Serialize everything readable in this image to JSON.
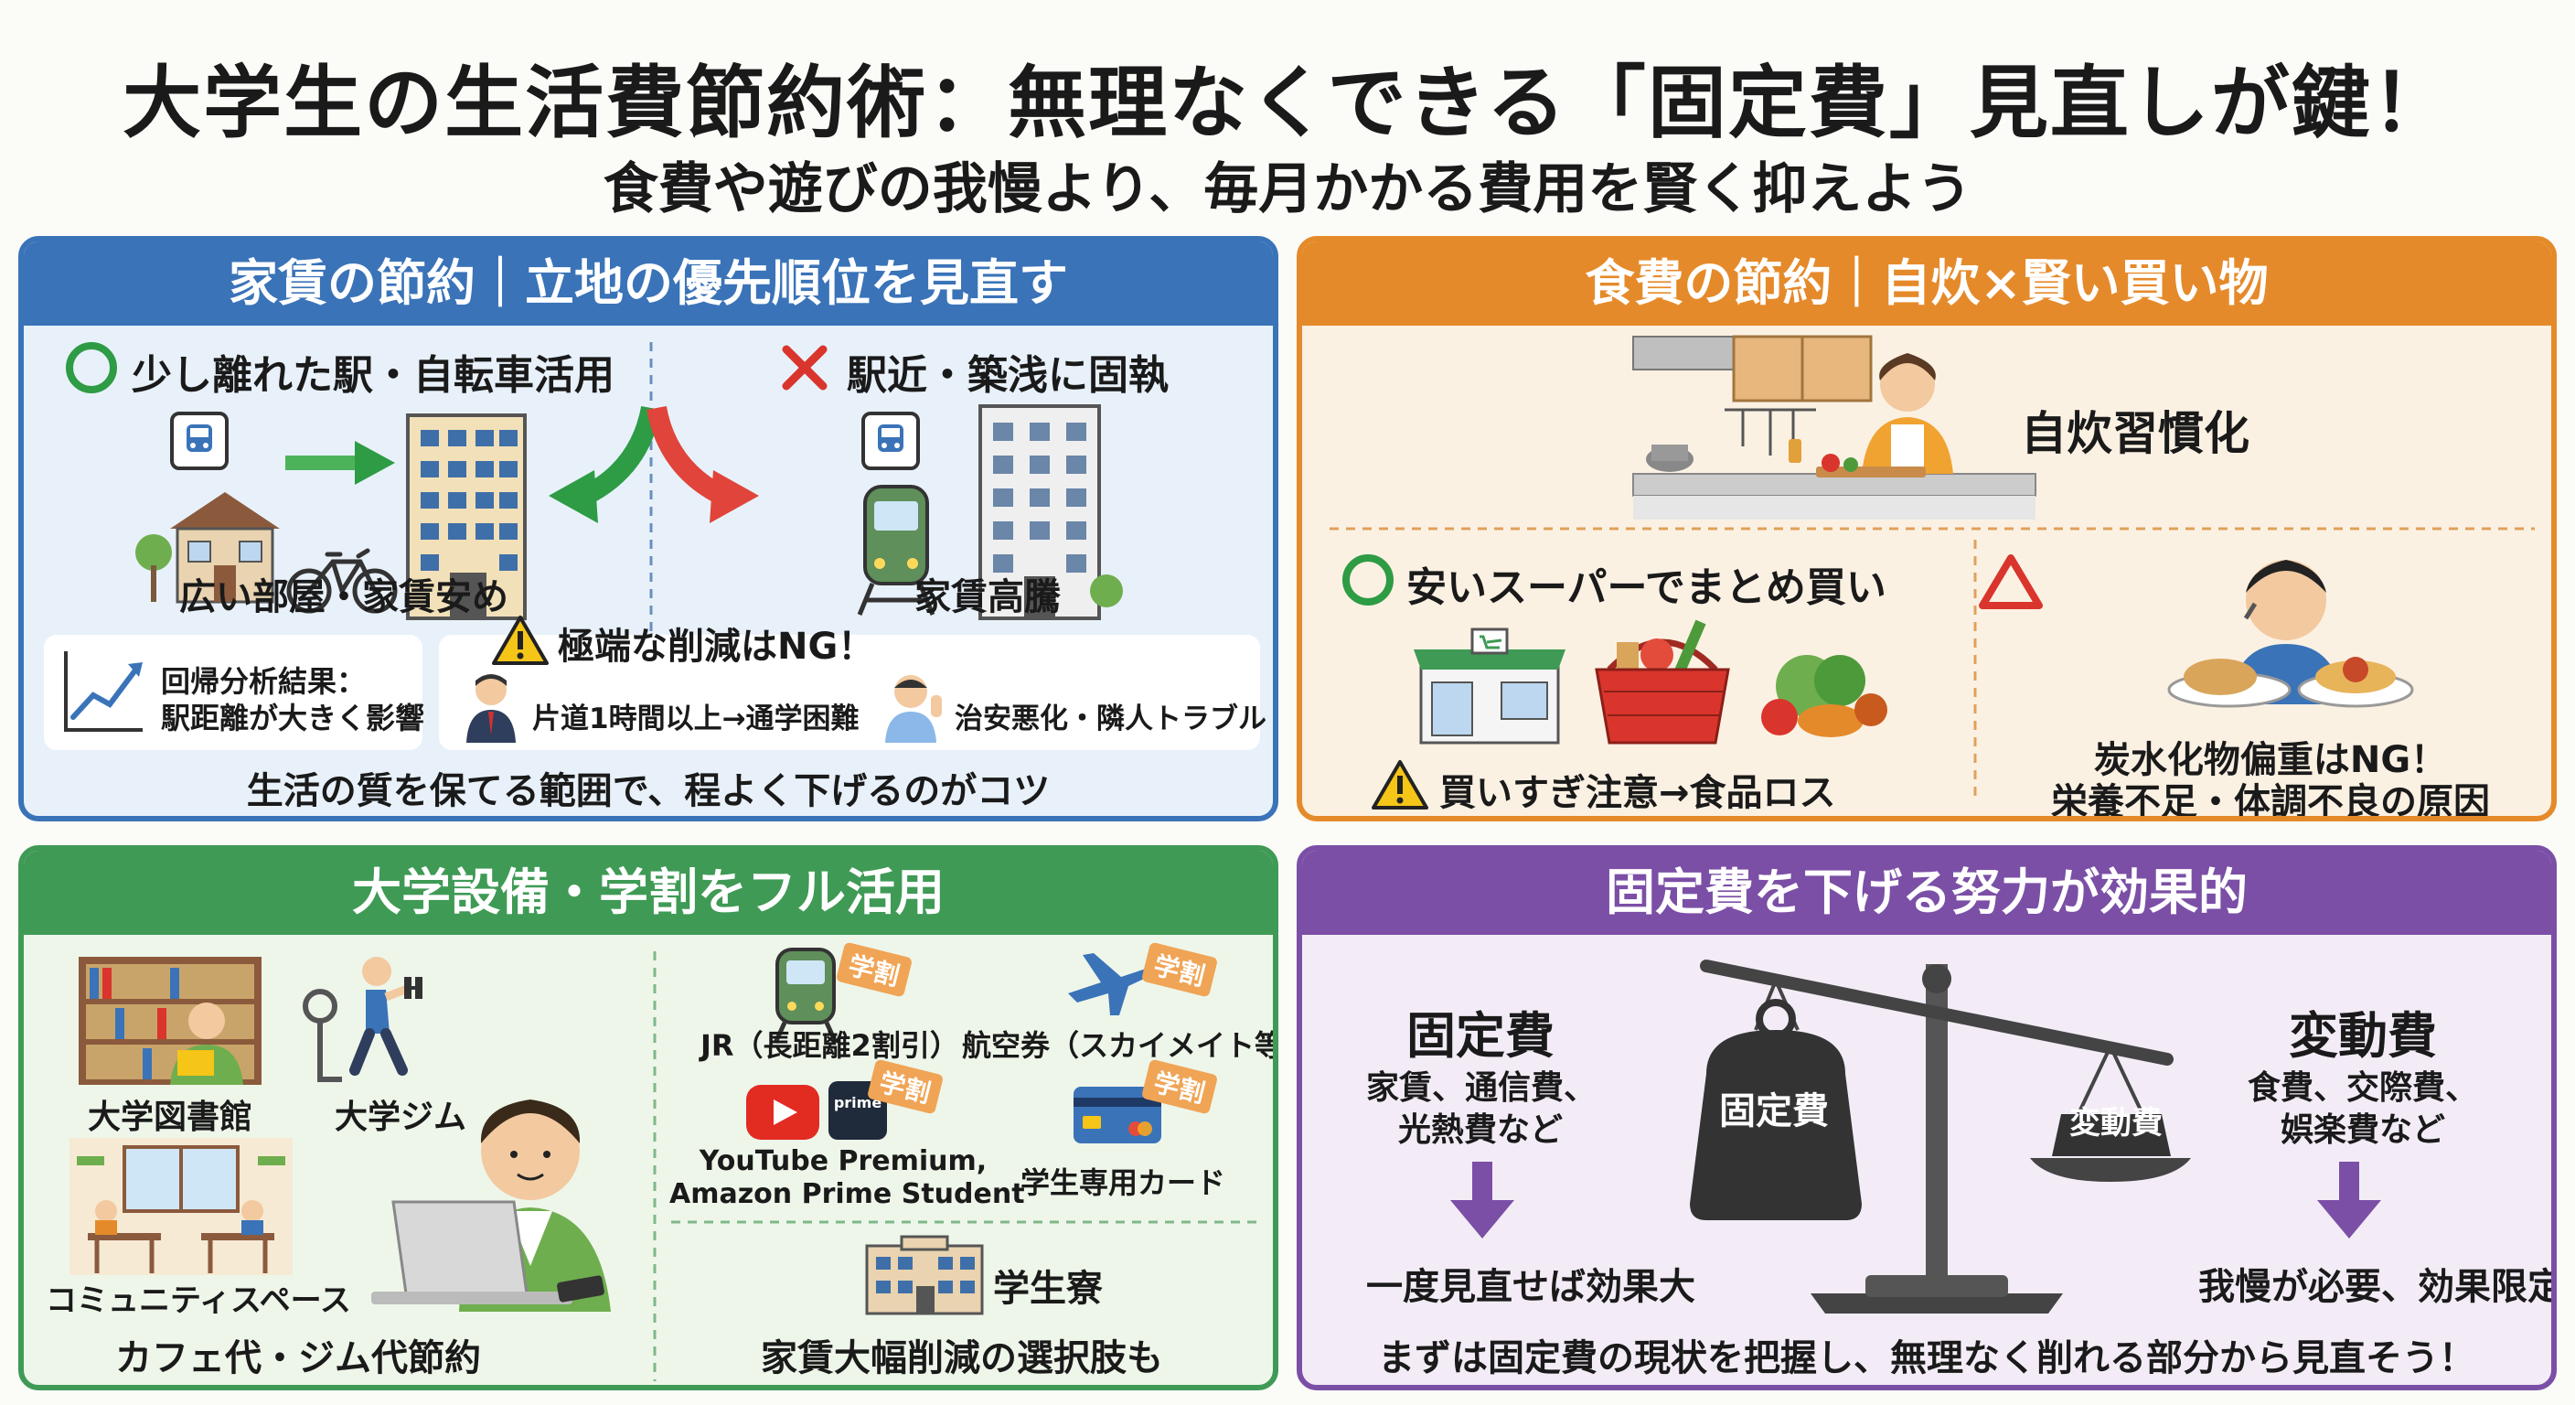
{
  "header": {
    "title": "大学生の生活費節約術：無理なくできる「固定費」見直しが鍵！",
    "subtitle": "食費や遊びの我慢より、毎月かかる費用を賢く抑えよう"
  },
  "colors": {
    "rent": "#3a73b8",
    "food": "#e58a2a",
    "campus": "#3f9a55",
    "fixed": "#7b4fa6",
    "good": "#2e9b45",
    "bad": "#d9352c"
  },
  "rent": {
    "title": "家賃の節約｜立地の優先順位を見直す",
    "good_label": "少し離れた駅・自転車活用",
    "bad_label": "駅近・築浅に固執",
    "good_caption": "広い部屋・家賃安め",
    "bad_caption": "家賃高騰",
    "regression_line1": "回帰分析結果：",
    "regression_line2": "駅距離が大きく影響",
    "warning_title": "極端な削減はNG！",
    "warning_item1": "片道1時間以上→通学困難",
    "warning_item2": "治安悪化・隣人トラブル",
    "footer": "生活の質を保てる範囲で、程よく下げるのがコツ"
  },
  "food": {
    "title": "食費の節約｜自炊×賢い買い物",
    "cook_label": "自炊習慣化",
    "shop_label": "安いスーパーでまとめ買い",
    "shop_warning": "買いすぎ注意→食品ロス",
    "carb_line1": "炭水化物偏重はNG！",
    "carb_line2": "栄養不足・体調不良の原因"
  },
  "campus": {
    "title": "大学設備・学割をフル活用",
    "library": "大学図書館",
    "gym": "大学ジム",
    "community": "コミュニティスペース",
    "cafe_gym": "カフェ代・ジム代節約",
    "discount_tag": "学割",
    "jr": "JR（長距離2割引）",
    "air": "航空券（スカイメイト等）",
    "yt_line1": "YouTube Premium,",
    "yt_line2": "Amazon Prime Student",
    "prime_logo": "prime",
    "card": "学生専用カード",
    "dorm": "学生寮",
    "dorm_caption": "家賃大幅削減の選択肢も"
  },
  "fixed": {
    "title": "固定費を下げる努力が効果的",
    "fixed_title": "固定費",
    "fixed_desc1": "家賃、通信費、",
    "fixed_desc2": "光熱費など",
    "variable_title": "変動費",
    "variable_desc1": "食費、交際費、",
    "variable_desc2": "娯楽費など",
    "weight_fixed": "固定費",
    "weight_variable": "変動費",
    "fixed_effect": "一度見直せば効果大",
    "variable_effect": "我慢が必要、効果限定的",
    "footer": "まずは固定費の現状を把握し、無理なく削れる部分から見直そう！"
  }
}
